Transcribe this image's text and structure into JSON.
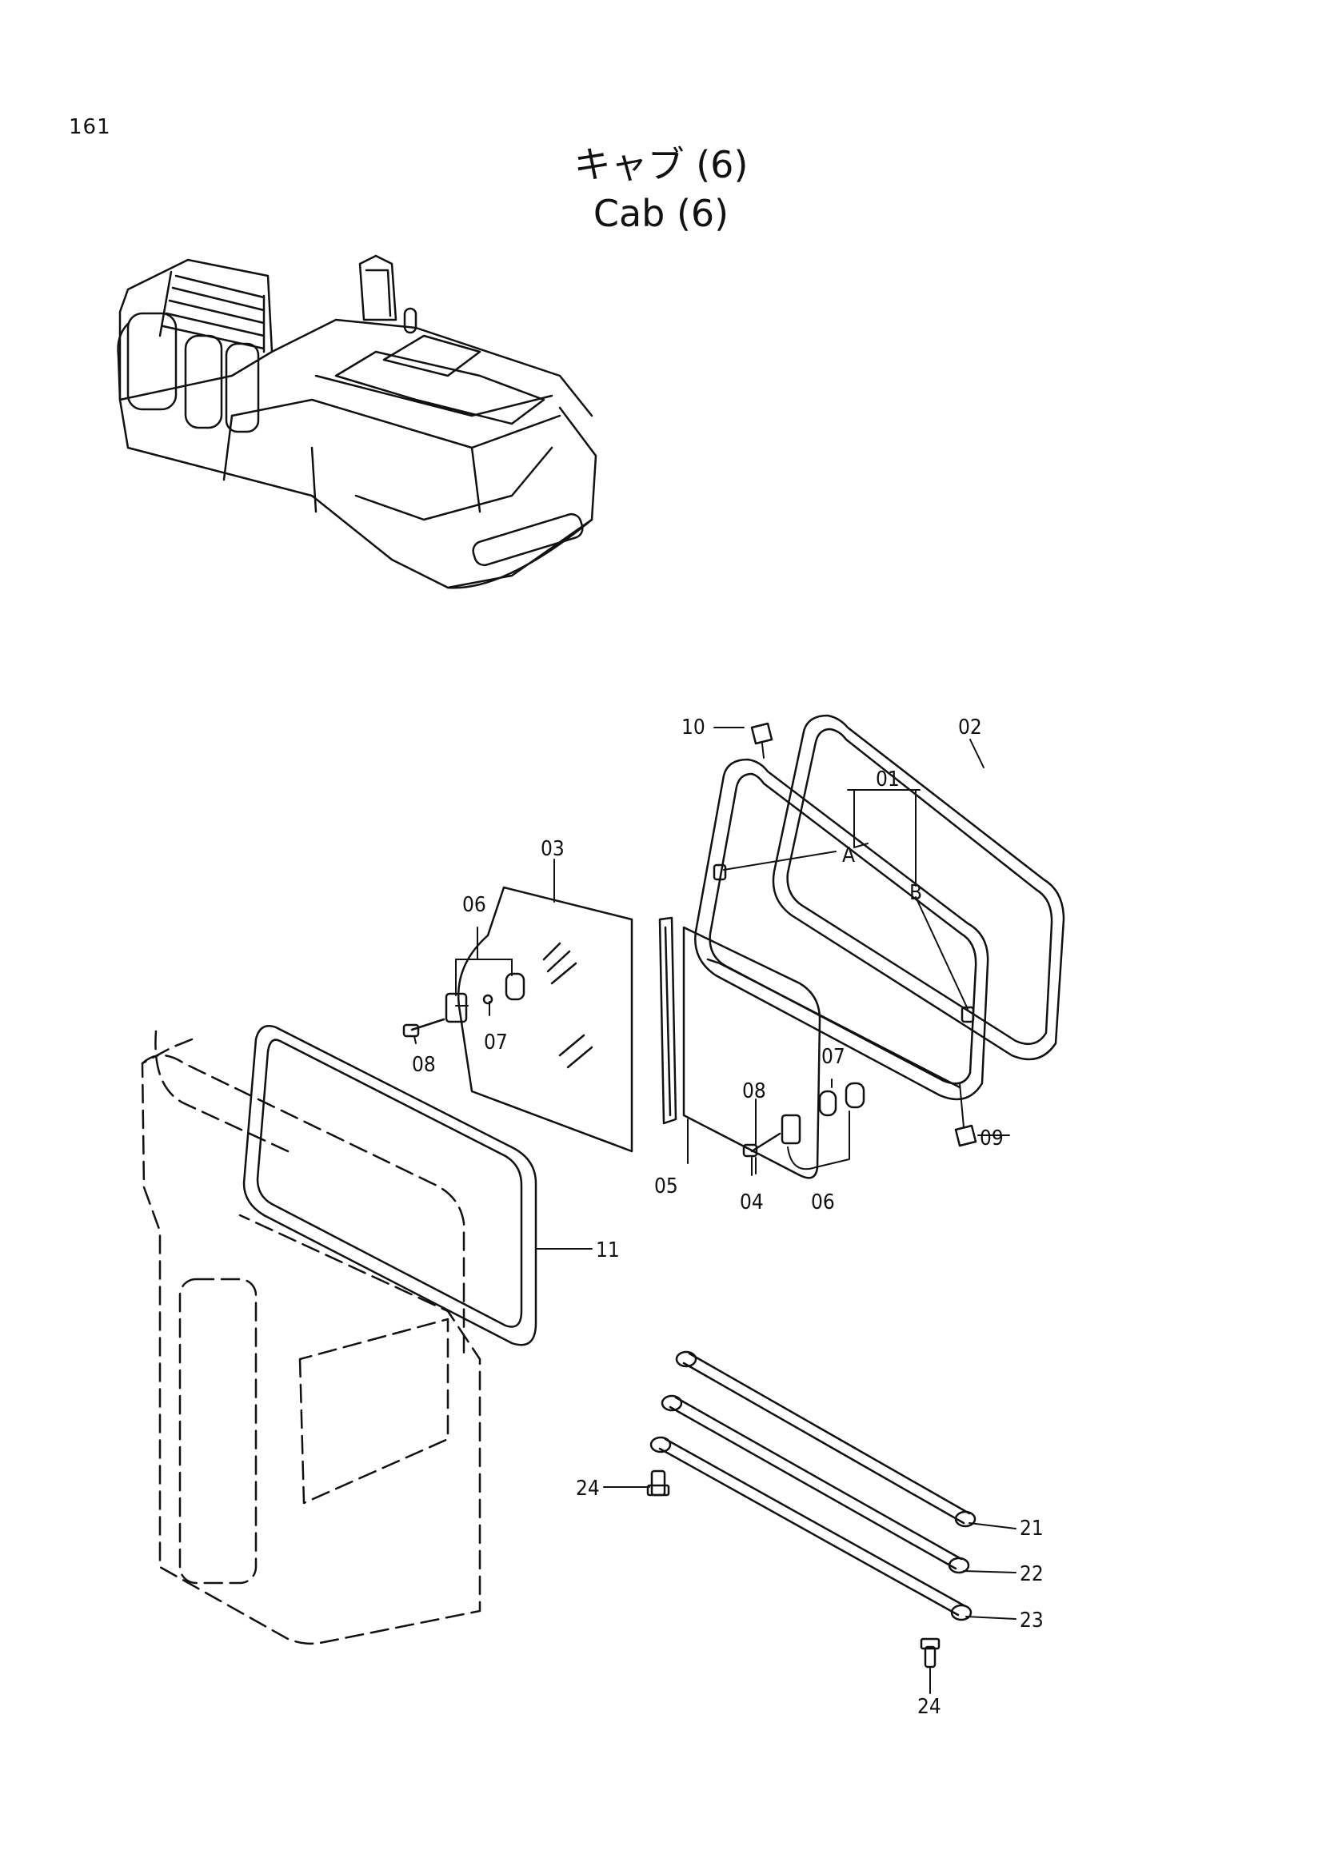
{
  "page_number": "161",
  "title_jp": "キャブ (6)",
  "title_en": "Cab (6)",
  "callouts": {
    "c01": "01",
    "c02": "02",
    "c03": "03",
    "c04": "04",
    "c05": "05",
    "c06a": "06",
    "c06b": "06",
    "c07a": "07",
    "c07b": "07",
    "c08a": "08",
    "c08b": "08",
    "c09": "09",
    "c10": "10",
    "c11": "11",
    "c21": "21",
    "c22": "22",
    "c23": "23",
    "c24a": "24",
    "c24b": "24",
    "detail_a": "A",
    "detail_b": "B"
  }
}
